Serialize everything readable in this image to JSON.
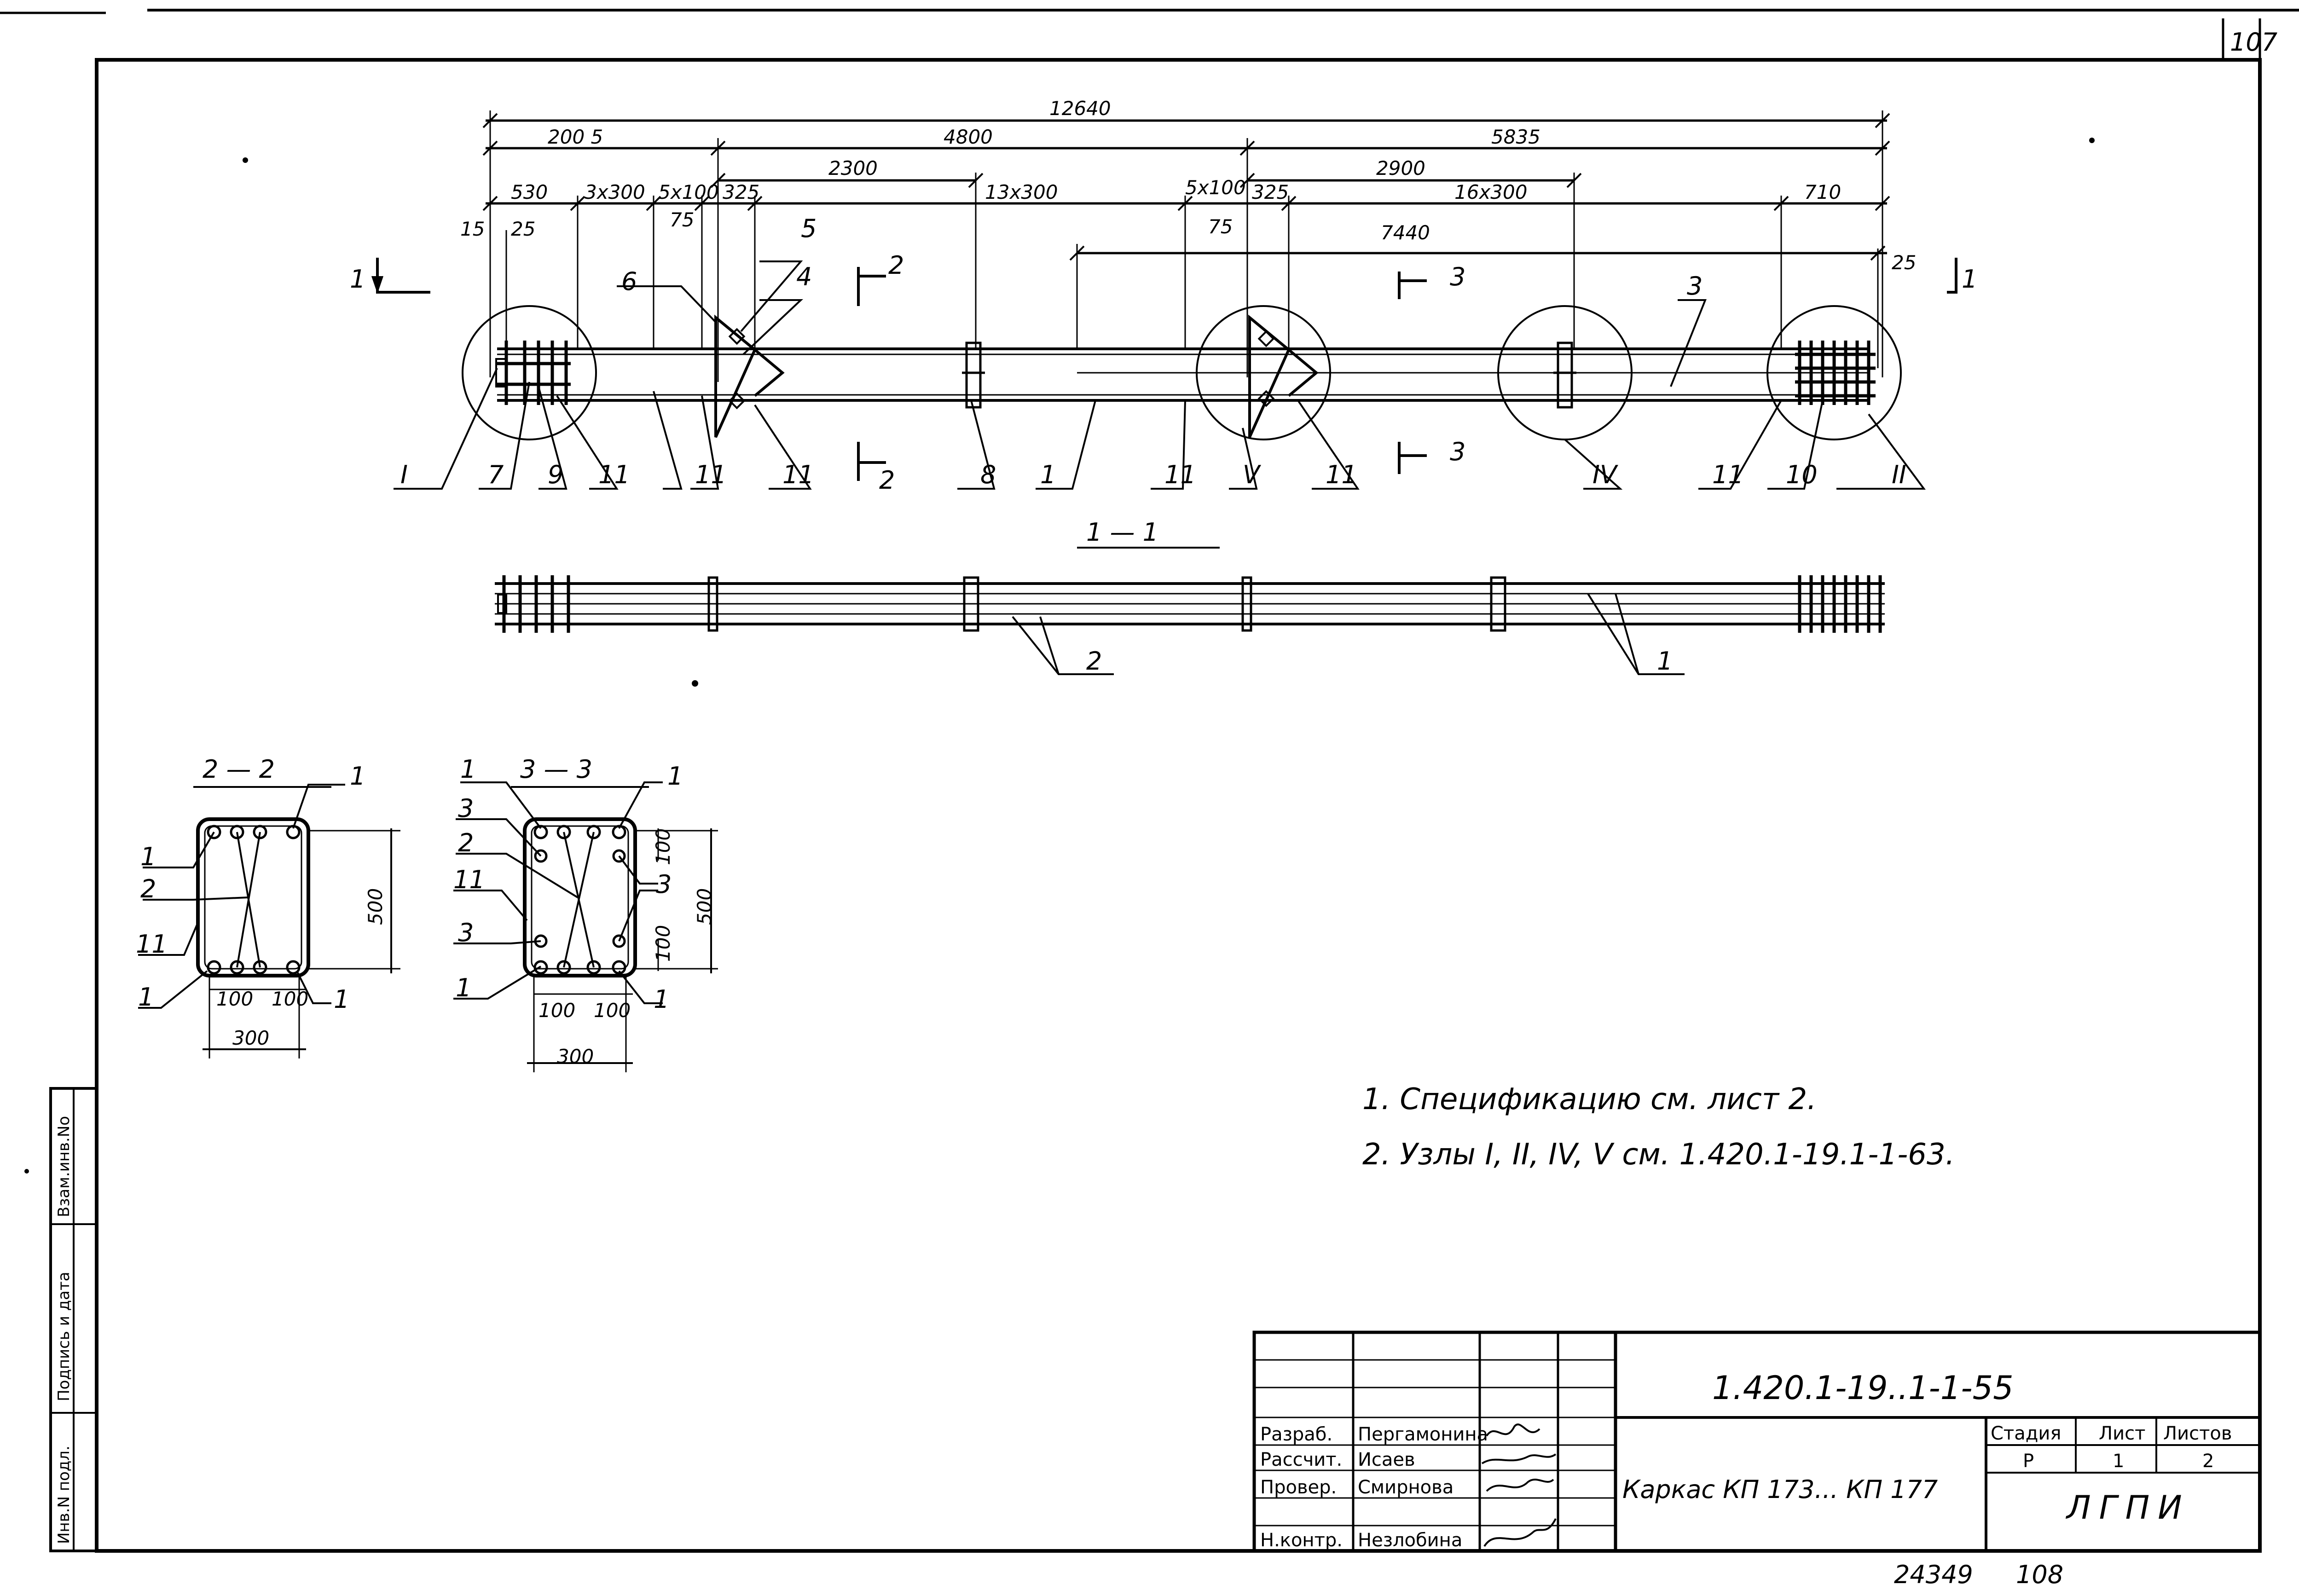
{
  "page_number_top": "107",
  "page_number_bottom": "108",
  "archive_number": "24349",
  "plan_dims": {
    "total": "12640",
    "seg_2005": "200 5",
    "seg_4800": "4800",
    "seg_5835": "5835",
    "seg_2300": "2300",
    "seg_2900": "2900",
    "d530": "530",
    "d3x300": "3x300",
    "d5x100a": "5x100",
    "d325a": "325",
    "d13x300": "13x300",
    "d5x100b": "5x100",
    "d325b": "325",
    "d16x300": "16x300",
    "d710": "710",
    "d15": "15",
    "d25a": "25",
    "d75a": "75",
    "d75b": "75",
    "d7440": "7440",
    "d25b": "25"
  },
  "plan_labels": {
    "sec1_left": "1",
    "sec1_right": "1",
    "sec2_top": "2",
    "sec2_bottom": "2",
    "sec3_top": "3",
    "sec3_bottom": "3",
    "p6": "6",
    "p5": "5",
    "p4": "4",
    "p3": "3",
    "node_I": "I",
    "p7": "7",
    "p9": "9",
    "p11_a": "11",
    "p11_b": "11",
    "p11_c": "11",
    "p8": "8",
    "p1": "1",
    "p11_d": "11",
    "node_V": "V",
    "p11_e": "11",
    "node_IV": "IV",
    "p11_f": "11",
    "p10": "10",
    "node_II": "II"
  },
  "elevation": {
    "title": "1 — 1",
    "p2": "2",
    "p1": "1"
  },
  "section_2_2": {
    "title": "2 — 2",
    "labels": [
      "1",
      "1",
      "2",
      "11",
      "1",
      "1"
    ],
    "height": "500",
    "width": "300",
    "d100a": "100",
    "d100b": "100"
  },
  "section_3_3": {
    "title": "3 — 3",
    "labels": [
      "1",
      "1",
      "3",
      "2",
      "11",
      "3",
      "1",
      "1",
      "3"
    ],
    "height": "500",
    "width": "300",
    "d100a": "100",
    "d100b": "100",
    "d100c": "100",
    "d100d": "100"
  },
  "notes": [
    "1. Спецификацию см. лист 2.",
    "2. Узлы I, II, IV, V см. 1.420.1-19.1-1-63."
  ],
  "title_block": {
    "doc_code": "1.420.1-19..1-1-55",
    "roles": [
      "Разраб.",
      "Рассчит.",
      "Провер.",
      "",
      "Н.контр."
    ],
    "names": [
      "Пергамонина",
      "Исаев",
      "Смирнова",
      "",
      "Незлобина"
    ],
    "title": "Каркас КП 173... КП 177",
    "stage_header": "Стадия",
    "sheet_header": "Лист",
    "sheets_header": "Листов",
    "stage": "Р",
    "sheet": "1",
    "sheets": "2",
    "org": "ЛГПИ"
  },
  "side_stamp": [
    "Инв.N подл.",
    "Подпись и дата",
    "Взам.инв.No"
  ]
}
